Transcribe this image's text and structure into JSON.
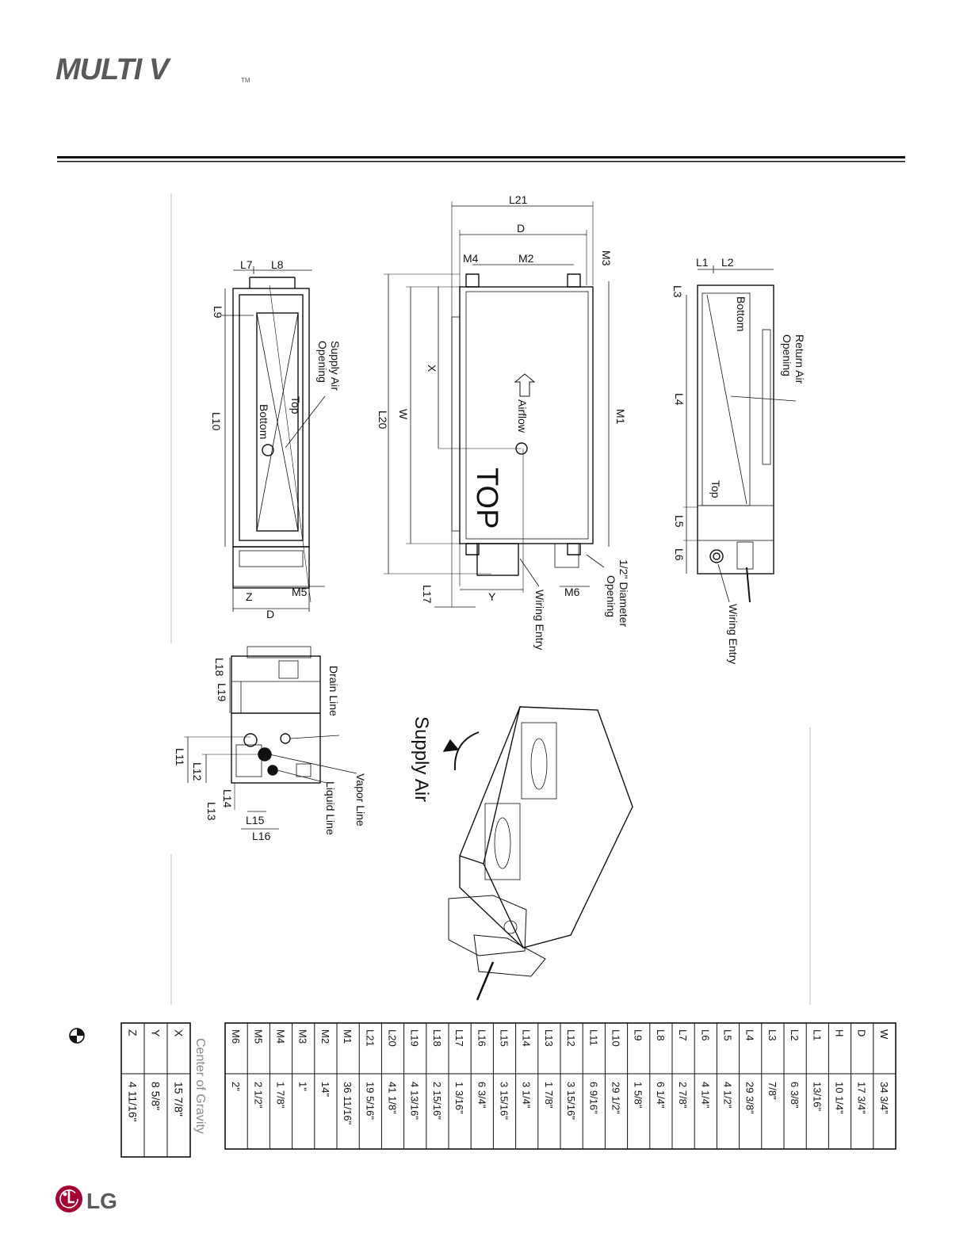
{
  "brand": {
    "name": "MULTI V",
    "trademark": "TM",
    "footer_logo_text": "LG"
  },
  "drawing": {
    "side_left": {
      "labels": [
        "L7",
        "L8",
        "L9",
        "L10",
        "Z",
        "M5",
        "D"
      ],
      "annotations": [
        "Supply Air",
        "Opening",
        "Top",
        "Bottom"
      ]
    },
    "front": {
      "labels": [
        "L21",
        "D",
        "M4",
        "M2",
        "M3",
        "X",
        "W",
        "L20",
        "M1",
        "L17",
        "Y",
        "M6"
      ],
      "annotations": [
        "Airflow",
        "TOP",
        "1/2\" Diameter",
        "Opening",
        "Wiring Entry"
      ]
    },
    "side_right": {
      "labels": [
        "L1",
        "L2",
        "L3",
        "L4",
        "L5",
        "L6"
      ],
      "annotations": [
        "Bottom",
        "Return Air",
        "Opening",
        "Top",
        "Wiring Entry"
      ]
    },
    "bottom": {
      "labels": [
        "L18",
        "L19",
        "L11",
        "L12",
        "L14",
        "L13",
        "L15",
        "L16"
      ],
      "annotations": [
        "Drain Line",
        "Vapor Line",
        "Liquid Line"
      ]
    },
    "iso": {
      "annotations": [
        "Supply Air"
      ]
    }
  },
  "dimensions_table": {
    "rows": [
      {
        "label": "W",
        "value": "34 3/4\""
      },
      {
        "label": "D",
        "value": "17 3/4\""
      },
      {
        "label": "H",
        "value": "10 1/4\""
      },
      {
        "label": "L1",
        "value": "13/16\""
      },
      {
        "label": "L2",
        "value": "6 3/8\""
      },
      {
        "label": "L3",
        "value": "7/8\""
      },
      {
        "label": "L4",
        "value": "29 3/8\""
      },
      {
        "label": "L5",
        "value": "4 1/2\""
      },
      {
        "label": "L6",
        "value": "4 1/4\""
      },
      {
        "label": "L7",
        "value": "2 7/8\""
      },
      {
        "label": "L8",
        "value": "6 1/4\""
      },
      {
        "label": "L9",
        "value": "1 5/8\""
      },
      {
        "label": "L10",
        "value": "29 1/2\""
      },
      {
        "label": "L11",
        "value": "6 9/16\""
      },
      {
        "label": "L12",
        "value": "3 15/16\""
      },
      {
        "label": "L13",
        "value": "1 7/8\""
      },
      {
        "label": "L14",
        "value": "3 1/4\""
      },
      {
        "label": "L15",
        "value": "3 15/16\""
      },
      {
        "label": "L16",
        "value": "6 3/4\""
      },
      {
        "label": "L17",
        "value": "1 3/16\""
      },
      {
        "label": "L18",
        "value": "2 15/16\""
      },
      {
        "label": "L19",
        "value": "4 13/16\""
      },
      {
        "label": "L20",
        "value": "41 1/8\""
      },
      {
        "label": "L21",
        "value": "19 5/16\""
      },
      {
        "label": "M1",
        "value": "36 11/16\""
      },
      {
        "label": "M2",
        "value": "14\""
      },
      {
        "label": "M3",
        "value": "1\""
      },
      {
        "label": "M4",
        "value": "1 7/8\""
      },
      {
        "label": "M5",
        "value": "2 1/2\""
      },
      {
        "label": "M6",
        "value": "2\""
      }
    ]
  },
  "cog_table": {
    "title": "Center of Gravity",
    "rows": [
      {
        "label": "X",
        "value": "15 7/8\""
      },
      {
        "label": "Y",
        "value": "8 5/8\""
      },
      {
        "label": "Z",
        "value": "4 11/16\""
      }
    ]
  },
  "colors": {
    "lg_red": "#a50034",
    "logo_gray": "#5a5a5a",
    "cog_title_gray": "#8a8a8a"
  }
}
